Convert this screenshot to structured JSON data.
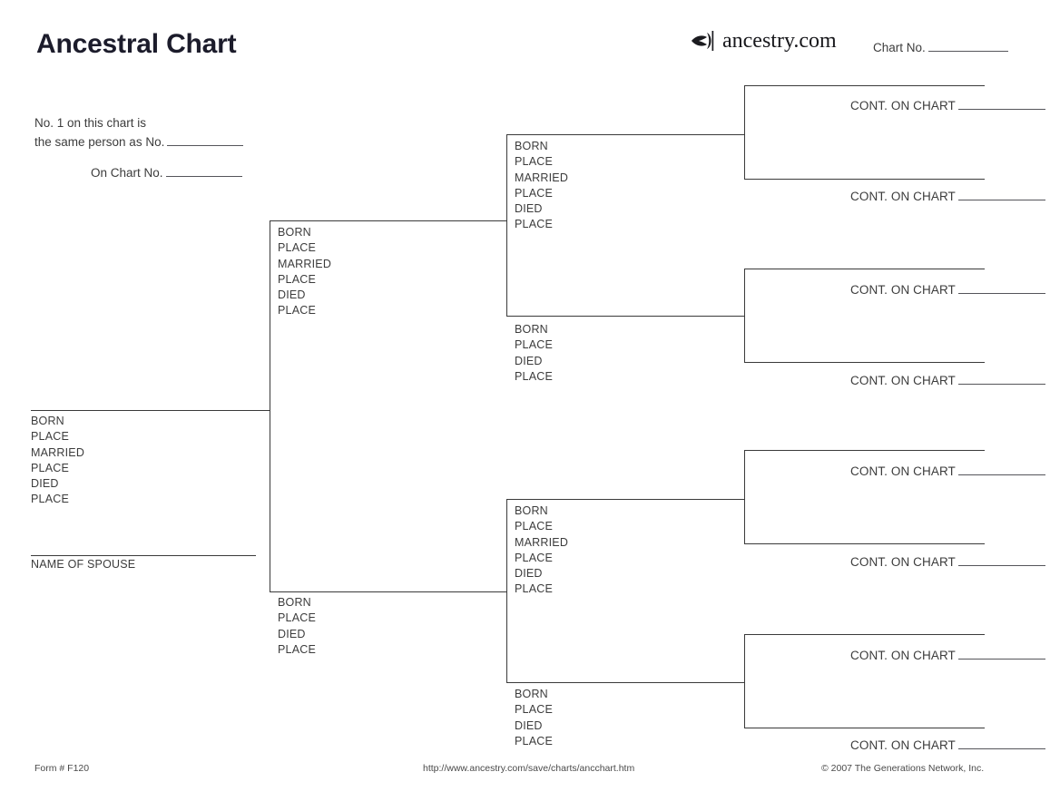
{
  "header": {
    "title": "Ancestral Chart",
    "brand_name": "ancestry.com",
    "brand_icon": "ancestry-leaf-icon",
    "chart_no_label": "Chart No."
  },
  "note": {
    "line1": "No. 1 on this chart is",
    "line2": "the same person as No.",
    "line3": "On Chart No."
  },
  "person1": {
    "fields": [
      "BORN",
      "PLACE",
      "MARRIED",
      "PLACE",
      "DIED",
      "PLACE"
    ],
    "spouse_caption": "NAME OF SPOUSE"
  },
  "generation2": {
    "father": {
      "fields": [
        "BORN",
        "PLACE",
        "MARRIED",
        "PLACE",
        "DIED",
        "PLACE"
      ]
    },
    "mother": {
      "fields": [
        "BORN",
        "PLACE",
        "DIED",
        "PLACE"
      ]
    }
  },
  "generation3": {
    "p4": {
      "fields": [
        "BORN",
        "PLACE",
        "MARRIED",
        "PLACE",
        "DIED",
        "PLACE"
      ]
    },
    "p5": {
      "fields": [
        "BORN",
        "PLACE",
        "DIED",
        "PLACE"
      ]
    },
    "p6": {
      "fields": [
        "BORN",
        "PLACE",
        "MARRIED",
        "PLACE",
        "DIED",
        "PLACE"
      ]
    },
    "p7": {
      "fields": [
        "BORN",
        "PLACE",
        "DIED",
        "PLACE"
      ]
    }
  },
  "generation4": {
    "cont_label": "CONT. ON CHART",
    "entries": [
      {
        "cont_label": "CONT. ON CHART"
      },
      {
        "cont_label": "CONT. ON CHART"
      },
      {
        "cont_label": "CONT. ON CHART"
      },
      {
        "cont_label": "CONT. ON CHART"
      },
      {
        "cont_label": "CONT. ON CHART"
      },
      {
        "cont_label": "CONT. ON CHART"
      },
      {
        "cont_label": "CONT. ON CHART"
      },
      {
        "cont_label": "CONT. ON CHART"
      }
    ]
  },
  "footer": {
    "form_no": "Form # F120",
    "url": "http://www.ancestry.com/save/charts/ancchart.htm",
    "copyright": "© 2007 The Generations Network, Inc."
  },
  "colors": {
    "ink": "#3c3c3c",
    "rule": "#3a3a3a",
    "title": "#1c1c2b",
    "page_bg": "#ffffff"
  }
}
